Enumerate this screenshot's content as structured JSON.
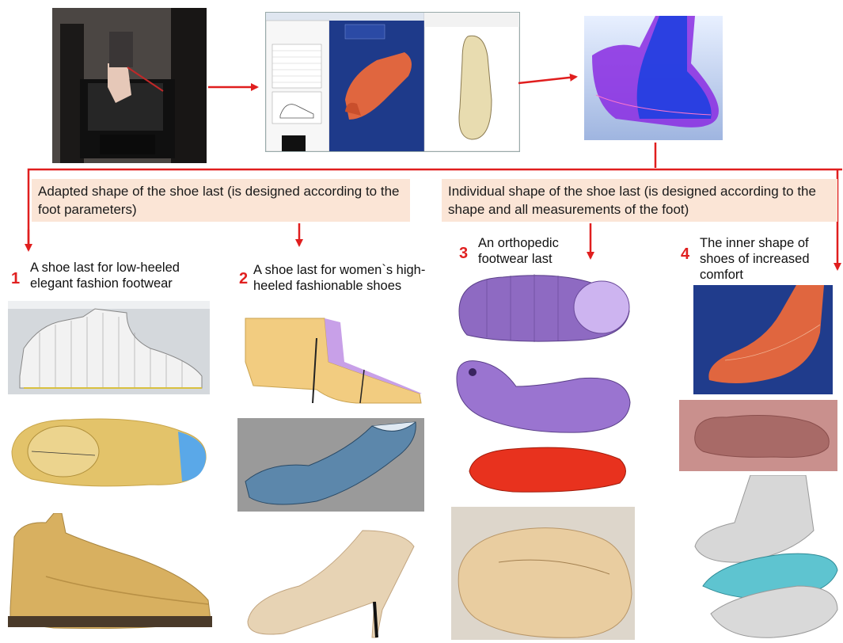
{
  "colors": {
    "arrow": "#e01e1e",
    "banner_bg": "#fbe5d6",
    "number": "#e02020",
    "viewport_blue": "#1e3a8a"
  },
  "banners": {
    "adapted": "Adapted shape of the shoe last (is designed according to the foot parameters)",
    "individual": "Individual shape of the shoe last (is designed according to the shape and all measurements  of the foot)"
  },
  "categories": [
    {
      "number": "1",
      "caption": "A shoe last for low-heeled elegant fashion footwear"
    },
    {
      "number": "2",
      "caption": "A shoe last for women`s high-heeled fashionable shoes"
    },
    {
      "number": "3",
      "caption": "An orthopedic footwear last"
    },
    {
      "number": "4",
      "caption": "The inner shape of shoes of increased comfort"
    }
  ],
  "icons": {
    "scanner": "foot-scanner-photo",
    "software": "scanning-software-screenshot",
    "model": "3d-last-model"
  }
}
